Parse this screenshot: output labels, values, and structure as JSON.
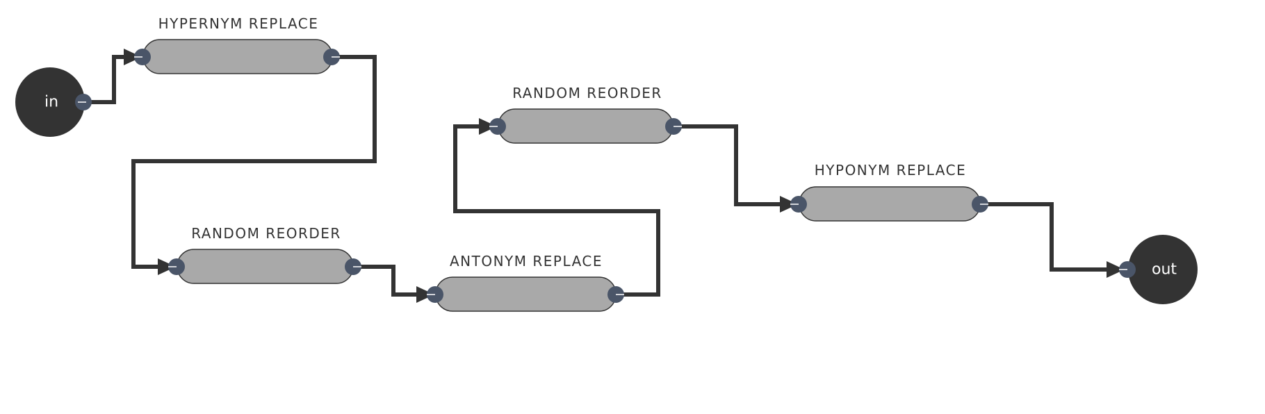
{
  "diagram": {
    "colors": {
      "terminal_fill": "#333333",
      "terminal_text": "#ffffff",
      "node_fill": "#a9a9a9",
      "node_stroke": "#333333",
      "port_fill": "#4a5568",
      "edge": "#333333",
      "label": "#333333"
    },
    "terminals": [
      {
        "id": "in",
        "label": "in"
      },
      {
        "id": "out",
        "label": "out"
      }
    ],
    "nodes": [
      {
        "id": "n1",
        "label": "HYPERNYM REPLACE"
      },
      {
        "id": "n2",
        "label": "RANDOM REORDER"
      },
      {
        "id": "n3",
        "label": "ANTONYM REPLACE"
      },
      {
        "id": "n4",
        "label": "RANDOM REORDER"
      },
      {
        "id": "n5",
        "label": "HYPONYM REPLACE"
      }
    ],
    "edges": [
      {
        "from": "in",
        "to": "n1"
      },
      {
        "from": "n1",
        "to": "n2"
      },
      {
        "from": "n2",
        "to": "n3"
      },
      {
        "from": "n3",
        "to": "n4"
      },
      {
        "from": "n4",
        "to": "n5"
      },
      {
        "from": "n5",
        "to": "out"
      }
    ]
  }
}
